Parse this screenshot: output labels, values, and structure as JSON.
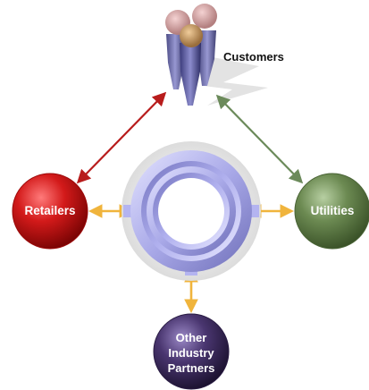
{
  "nodes": {
    "customers": "Customers",
    "retailers": "Retailers",
    "utilities": "Utilities",
    "partners": "Other\nIndustry\nPartners"
  },
  "colors": {
    "retailers": "#c40e0e",
    "utilities": "#5e7a45",
    "partners": "#3c2a5e",
    "hub": "#b4b4f0",
    "hub_halo": "#e6e6e6",
    "arrow_red": "#b81c1c",
    "arrow_green": "#6b8a5a",
    "arrow_orange": "#f0b43c"
  },
  "icons": {
    "customers": "people-group-icon",
    "hub": "ring-hub-icon"
  }
}
